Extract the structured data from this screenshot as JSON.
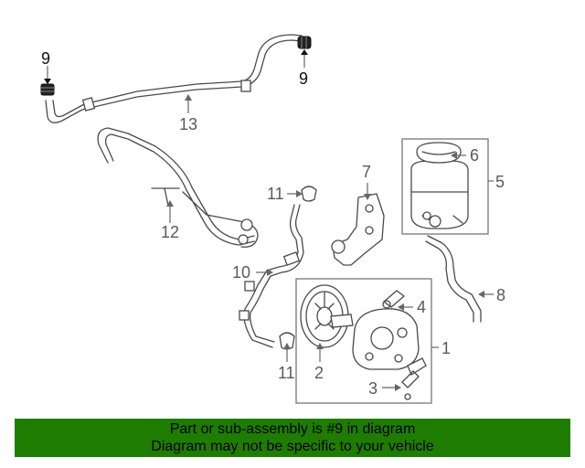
{
  "diagram": {
    "callouts": {
      "c1": "1",
      "c2": "2",
      "c3": "3",
      "c4": "4",
      "c5": "5",
      "c6": "6",
      "c7": "7",
      "c8": "8",
      "c9_left": "9",
      "c9_right": "9",
      "c10": "10",
      "c11_top": "11",
      "c11_bottom": "11",
      "c12": "12",
      "c13": "13"
    },
    "colors": {
      "banner": "#1e7d00",
      "line": "#4a4a4a",
      "callout": "#5a5a5a"
    }
  },
  "banner": {
    "line1": "Part or sub-assembly is #9 in diagram",
    "line2": "Diagram may not be specific to your vehicle"
  }
}
